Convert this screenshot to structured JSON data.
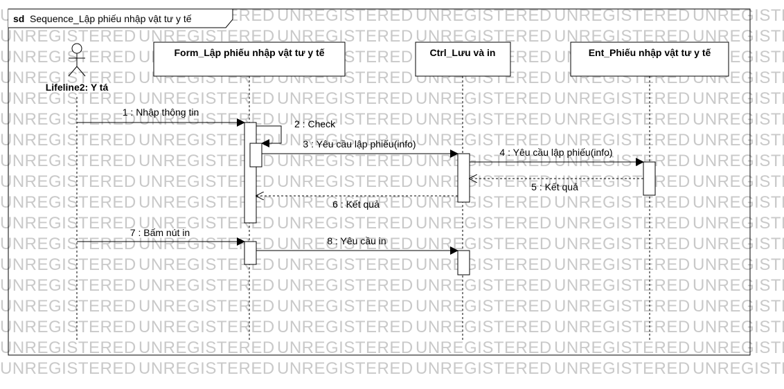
{
  "frame": {
    "keyword": "sd",
    "title": "Sequence_Lập phiếu nhập vật tư y tế"
  },
  "watermark": "UNREGISTERED",
  "actor": {
    "name": "Lifeline2: Y tá"
  },
  "lifelines": [
    {
      "name": "Form_Lập phiếu nhập vật tư y tế"
    },
    {
      "name": "Ctrl_Lưu và in"
    },
    {
      "name": "Ent_Phiếu nhập vật tư y tế"
    }
  ],
  "messages": [
    {
      "label": "1 : Nhập thông tin",
      "kind": "sync"
    },
    {
      "label": "2 : Check",
      "kind": "self"
    },
    {
      "label": "3 : Yêu cầu lập phiếu(info)",
      "kind": "sync"
    },
    {
      "label": "4 : Yêu cầu lập phiếu(info)",
      "kind": "sync"
    },
    {
      "label": "5 : Kết quả",
      "kind": "return"
    },
    {
      "label": "6 : Kết quả",
      "kind": "return"
    },
    {
      "label": "7 : Bấm nút in",
      "kind": "sync"
    },
    {
      "label": "8 : Yêu cầu in",
      "kind": "sync"
    }
  ]
}
